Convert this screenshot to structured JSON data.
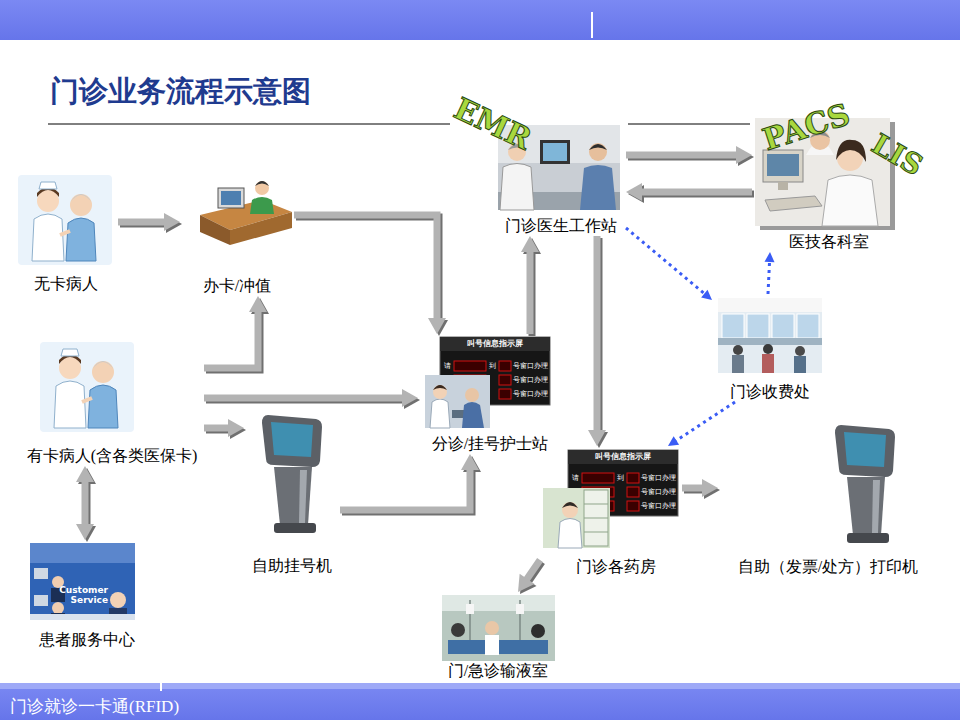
{
  "diagram": {
    "title": "门诊业务流程示意图",
    "nodes": [
      {
        "text": [
          "无卡病人"
        ]
      },
      {
        "text": [
          "办卡/冲值"
        ]
      },
      {
        "text": [
          "EMR",
          "门诊医生工作站"
        ]
      },
      {
        "text": [
          "PACS",
          "LIS",
          "医技各科室"
        ]
      },
      {
        "text": [
          "门诊收费处"
        ]
      },
      {
        "text": [
          "有卡病人(含各类医保卡)"
        ]
      },
      {
        "text": [
          "分诊/挂号护士站"
        ]
      },
      {
        "text": [
          "自助挂号机"
        ]
      },
      {
        "text": [
          "门诊各药房"
        ]
      },
      {
        "text": [
          "自助（发票/处方）打印机"
        ]
      },
      {
        "text": [
          "患者服务中心"
        ]
      },
      {
        "text": [
          "门/急诊输液室"
        ]
      }
    ],
    "edges": [
      {
        "from": 0,
        "to": 1,
        "arrow": "to"
      },
      {
        "from": 1,
        "to": 6,
        "arrow": "to"
      },
      {
        "from": 5,
        "to": 1,
        "arrow": "to"
      },
      {
        "from": 5,
        "to": 6,
        "arrow": "to"
      },
      {
        "from": 5,
        "to": 7,
        "arrow": "to"
      },
      {
        "from": 7,
        "to": 6,
        "arrow": "to"
      },
      {
        "from": 5,
        "to": 10,
        "arrow": "both"
      },
      {
        "from": 6,
        "to": 2,
        "arrow": "to"
      },
      {
        "from": 2,
        "to": 3,
        "arrow": "to"
      },
      {
        "from": 3,
        "to": 2,
        "arrow": "to"
      },
      {
        "from": 2,
        "to": 4,
        "arrow": "to"
      },
      {
        "from": 4,
        "to": 3,
        "arrow": "to"
      },
      {
        "from": 2,
        "to": 8,
        "arrow": "to"
      },
      {
        "from": 4,
        "to": 8,
        "arrow": "to"
      },
      {
        "from": 8,
        "to": 9,
        "arrow": "to"
      },
      {
        "from": 8,
        "to": 11,
        "arrow": "to"
      }
    ],
    "labels": [
      "叫号信息指示屏",
      "请",
      "到",
      "号窗口办理",
      "号窗口办理",
      "号窗口办理",
      "叫号信息指示屏",
      "请",
      "到",
      "号窗口办理",
      "号窗口办理",
      "号窗口办理",
      "Customer Service",
      "门诊就诊一卡通(RFID)"
    ]
  }
}
